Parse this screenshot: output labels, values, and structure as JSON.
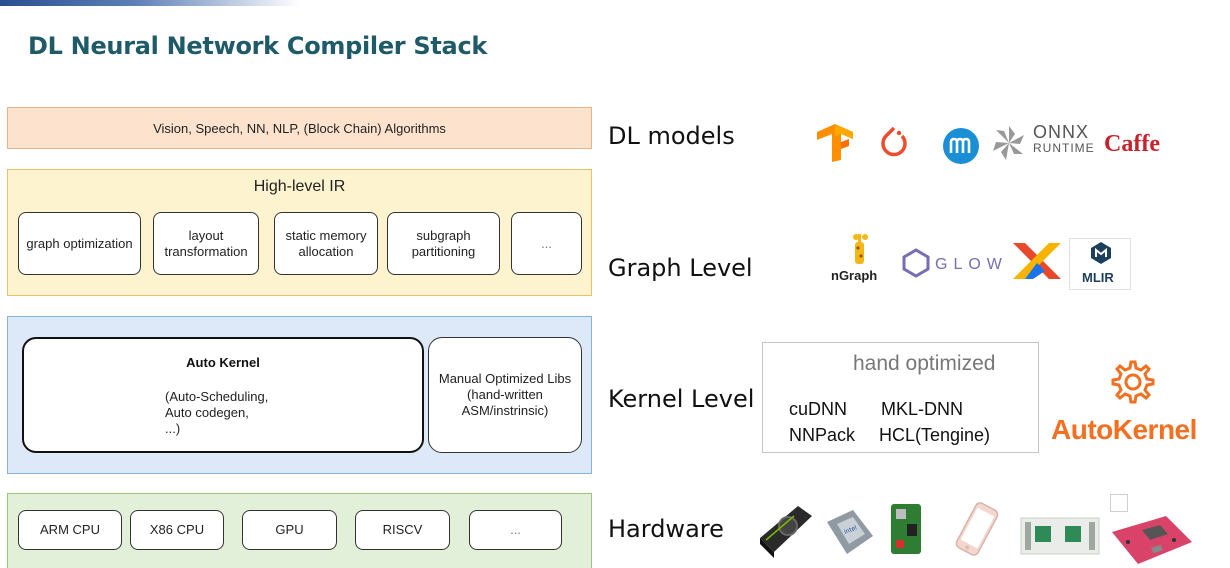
{
  "title": "DL Neural Network Compiler Stack",
  "stack": {
    "algorithms": "Vision,  Speech, NN, NLP,  (Block Chain) Algorithms",
    "high_level_ir": {
      "title": "High-level IR",
      "boxes": [
        "graph optimization",
        "layout\ntransformation",
        "static memory\nallocation",
        "subgraph\npartitioning",
        "..."
      ]
    },
    "kernel": {
      "auto_title": "Auto Kernel",
      "auto_desc": "(Auto-Scheduling,\nAuto codegen,\n...)",
      "manual": "Manual Optimized Libs\n(hand-written\nASM/instrinsic)"
    },
    "hardware": [
      "ARM CPU",
      "X86 CPU",
      "GPU",
      "RISCV",
      "..."
    ]
  },
  "levels": {
    "dl_models": "DL models",
    "graph": "Graph Level",
    "kernel": "Kernel Level",
    "hardware": "Hardware"
  },
  "logos": {
    "onnx_line1": "ONNX",
    "onnx_line2": "RUNTIME",
    "caffe": "Caffe",
    "ngraph": "nGraph",
    "glow": "GLOW",
    "mlir": "MLIR",
    "autokernel": "AutoKernel"
  },
  "hand_optimized": {
    "title": "hand optimized",
    "libs": [
      "cuDNN",
      "MKL-DNN",
      "NNPack",
      "HCL(Tengine)"
    ]
  },
  "colors": {
    "title": "#1e5a68",
    "algorithms_bg": "#fde3cd",
    "ir_bg": "#fef3cf",
    "kernel_bg": "#dde9f8",
    "hardware_bg": "#e3f0d9",
    "autokernel": "#f37021"
  }
}
